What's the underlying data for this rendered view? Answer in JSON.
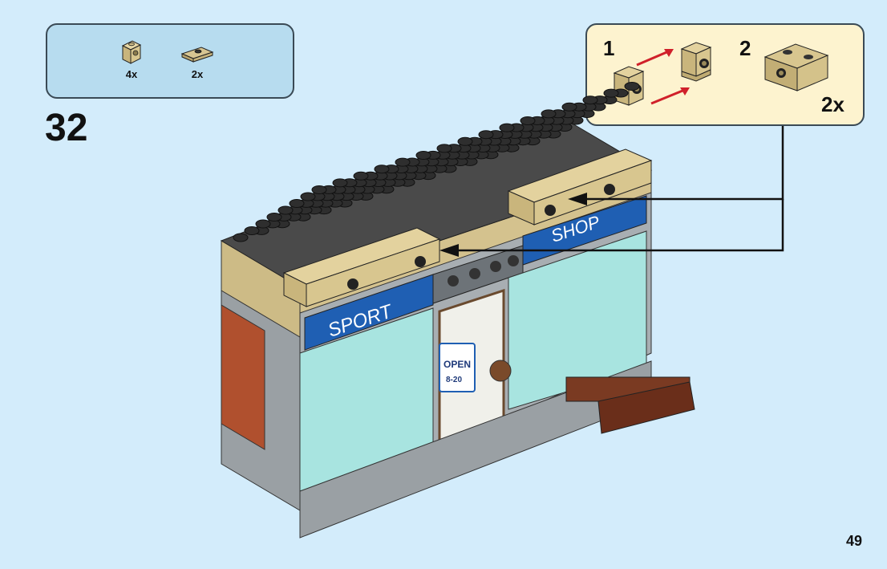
{
  "parts_list": [
    {
      "icon": "tan-bracket-brick-icon",
      "qty": "4x"
    },
    {
      "icon": "tan-plate-1x2-icon",
      "qty": "2x"
    }
  ],
  "step_number": "32",
  "submodel": {
    "step1_label": "1",
    "step2_label": "2",
    "multiplier": "2x"
  },
  "signs": {
    "left": "SPORT",
    "right": "SHOP",
    "door_sign_line1": "OPEN",
    "door_sign_line2": "8-20"
  },
  "page_number": "49",
  "colors": {
    "background": "#d3ecfb",
    "parts_box": "#b7dcef",
    "submodel_box": "#fdf3cf",
    "tan": "#d4c28e",
    "dark_gray": "#3c3c3c",
    "blue_sign": "#1f5fb3",
    "arrow_red": "#d0202a"
  }
}
